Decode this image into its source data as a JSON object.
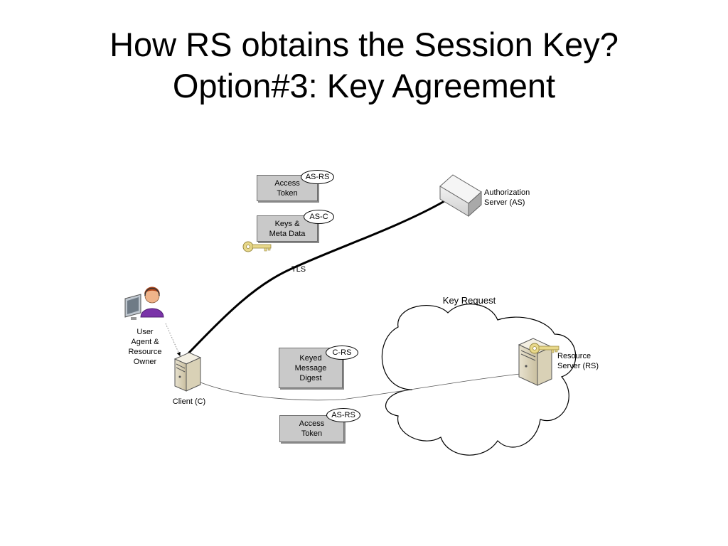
{
  "title": {
    "line1": "How RS obtains the Session Key?",
    "line2": "Option#3: Key Agreement"
  },
  "nodes": {
    "authorization_server": {
      "line1": "Authorization",
      "line2": "Server (AS)"
    },
    "user_agent": {
      "line1": "User",
      "line2": "Agent &",
      "line3": "Resource",
      "line4": "Owner"
    },
    "client": {
      "label": "Client (C)"
    },
    "resource_server": {
      "line1": "Resource",
      "line2": "Server (RS)"
    }
  },
  "links": {
    "tls": "TLS",
    "key_request": "Key Request"
  },
  "messages": [
    {
      "text": "Access\nToken",
      "badge": "AS-RS"
    },
    {
      "text": "Keys &\nMeta  Data",
      "badge": "AS-C"
    },
    {
      "text": "Keyed\nMessage\nDigest",
      "badge": "C-RS"
    },
    {
      "text": "Access\nToken",
      "badge": "AS-RS"
    }
  ],
  "icons": {
    "key_color": "#e8d88a",
    "cloud": "cloud-icon",
    "server": "server-icon",
    "user": "user-at-computer-icon",
    "key": "key-icon"
  }
}
